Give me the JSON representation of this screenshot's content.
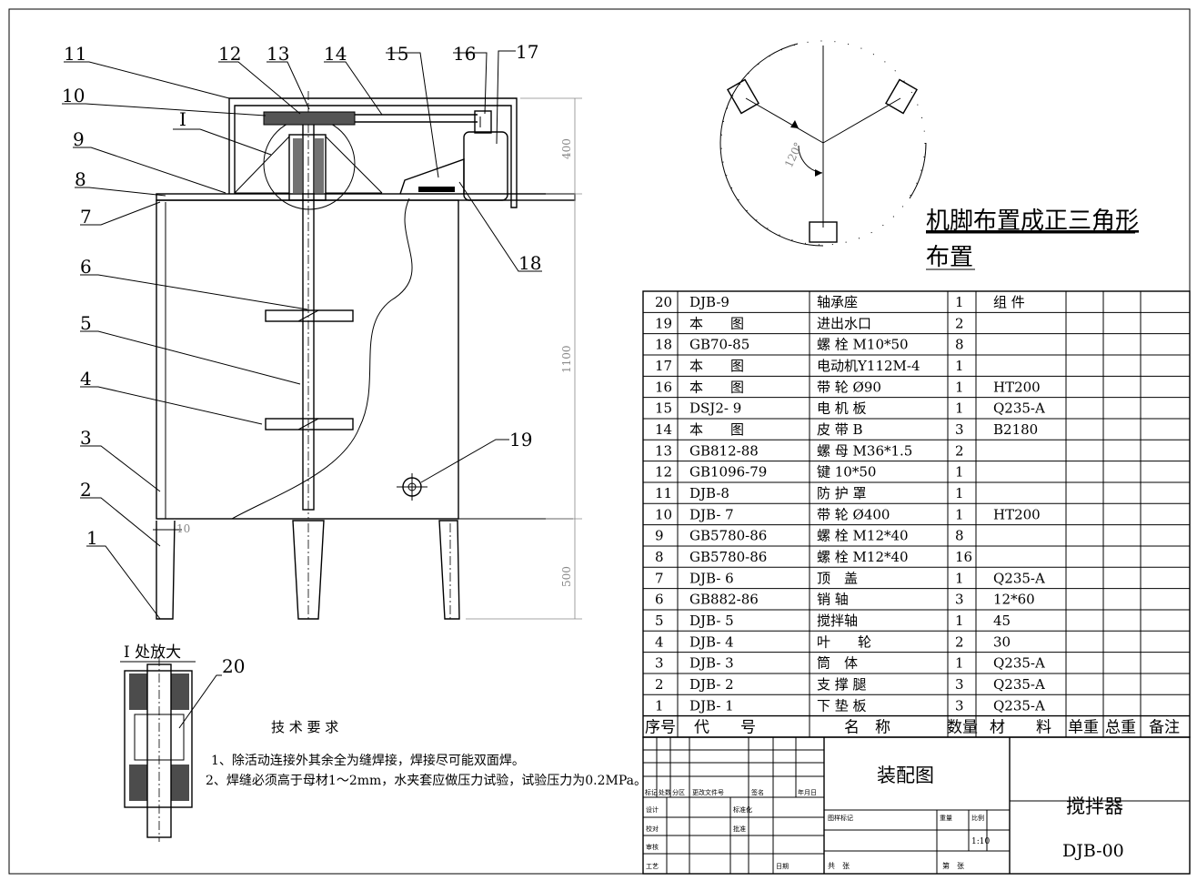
{
  "layout_note_title": "机脚布置成正三角形",
  "layout_note_title2": "布置",
  "angle_label": "120°",
  "detail_label": "I 处放大",
  "detail_marker": "I",
  "detail_item": "20",
  "callouts": [
    "1",
    "2",
    "3",
    "4",
    "5",
    "6",
    "7",
    "8",
    "9",
    "10",
    "11",
    "12",
    "13",
    "14",
    "15",
    "16",
    "17",
    "18",
    "19"
  ],
  "dims": {
    "top": "400",
    "middle": "1100",
    "bottom": "500",
    "small": "10"
  },
  "tech_title": "技 术 要 求",
  "tech_req": [
    "1、除活动连接外其余全为缝焊接，焊接尽可能双面焊。",
    "2、焊缝必须高于母材1～2mm，水夹套应做压力试验，试验压力为0.2MPa。"
  ],
  "bom_header": [
    "序号",
    "代　　号",
    "名　称",
    "数量",
    "材　　料",
    "单重",
    "总重",
    "备注"
  ],
  "bom": [
    {
      "no": "20",
      "code": "DJB-9",
      "name": "轴承座",
      "qty": "1",
      "mat": "组 件"
    },
    {
      "no": "19",
      "code": "本　　图",
      "name": "进出水口",
      "qty": "2",
      "mat": ""
    },
    {
      "no": "18",
      "code": "GB70-85",
      "name": "螺 栓 M10*50",
      "qty": "8",
      "mat": ""
    },
    {
      "no": "17",
      "code": "本　　图",
      "name": "电动机Y112M-4",
      "qty": "1",
      "mat": ""
    },
    {
      "no": "16",
      "code": "本　　图",
      "name": "带 轮 Ø90",
      "qty": "1",
      "mat": "HT200"
    },
    {
      "no": "15",
      "code": "DSJ2- 9",
      "name": "电 机 板",
      "qty": "1",
      "mat": "Q235-A"
    },
    {
      "no": "14",
      "code": "本　　图",
      "name": "皮 带 B",
      "qty": "3",
      "mat": "B2180"
    },
    {
      "no": "13",
      "code": "GB812-88",
      "name": "螺 母 M36*1.5",
      "qty": "2",
      "mat": ""
    },
    {
      "no": "12",
      "code": "GB1096-79",
      "name": "键 10*50",
      "qty": "1",
      "mat": ""
    },
    {
      "no": "11",
      "code": "DJB-8",
      "name": "防 护 罩",
      "qty": "1",
      "mat": ""
    },
    {
      "no": "10",
      "code": "DJB- 7",
      "name": "带 轮 Ø400",
      "qty": "1",
      "mat": "HT200"
    },
    {
      "no": "9",
      "code": "GB5780-86",
      "name": "螺 栓 M12*40",
      "qty": "8",
      "mat": ""
    },
    {
      "no": "8",
      "code": "GB5780-86",
      "name": "螺 栓 M12*40",
      "qty": "16",
      "mat": ""
    },
    {
      "no": "7",
      "code": "DJB- 6",
      "name": "顶　盖",
      "qty": "1",
      "mat": "Q235-A"
    },
    {
      "no": "6",
      "code": "GB882-86",
      "name": "销 轴",
      "qty": "3",
      "mat": "12*60"
    },
    {
      "no": "5",
      "code": "DJB- 5",
      "name": "搅拌轴",
      "qty": "1",
      "mat": "45"
    },
    {
      "no": "4",
      "code": "DJB- 4",
      "name": "叶　　轮",
      "qty": "2",
      "mat": "30"
    },
    {
      "no": "3",
      "code": "DJB- 3",
      "name": "筒　体",
      "qty": "1",
      "mat": "Q235-A"
    },
    {
      "no": "2",
      "code": "DJB- 2",
      "name": "支 撑 腿",
      "qty": "3",
      "mat": "Q235-A"
    },
    {
      "no": "1",
      "code": "DJB- 1",
      "name": "下 垫 板",
      "qty": "3",
      "mat": "Q235-A"
    }
  ],
  "title_block": {
    "drawing_type": "装配图",
    "product_name": "搅拌器",
    "drawing_no": "DJB-00",
    "scale": "1:10",
    "rev_labels": [
      "标记",
      "处数",
      "分区",
      "更改文件号",
      "签名",
      "年月日"
    ],
    "role_labels": [
      "设计",
      "校对",
      "审核",
      "工艺"
    ],
    "std_label": "标准化",
    "approve_label": "批准",
    "date_label": "日期",
    "stage_label": "图样标记",
    "weight_label": "重量",
    "scale_label": "比例",
    "sheets_total": "共　张",
    "sheet_no": "第　张"
  }
}
